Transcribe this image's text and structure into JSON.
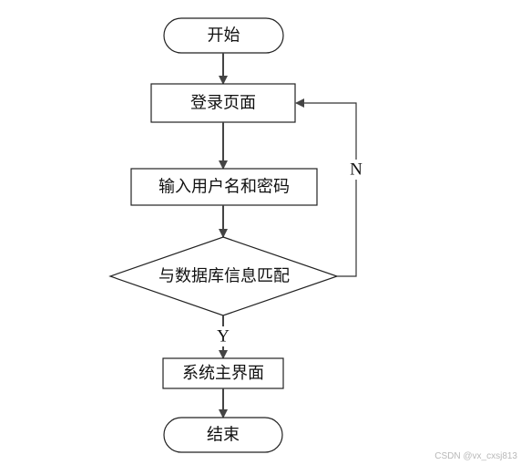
{
  "flowchart": {
    "nodes": {
      "start": "开始",
      "login_page": "登录页面",
      "enter_credentials": "输入用户名和密码",
      "match_database": "与数据库信息匹配",
      "main_interface": "系统主界面",
      "end": "结束"
    },
    "branches": {
      "yes": "Y",
      "no": "N"
    },
    "colors": {
      "stroke": "#222222",
      "arrow": "#444444",
      "fill": "#ffffff"
    }
  },
  "watermark": {
    "text": "CSDN @vx_cxsj813"
  }
}
